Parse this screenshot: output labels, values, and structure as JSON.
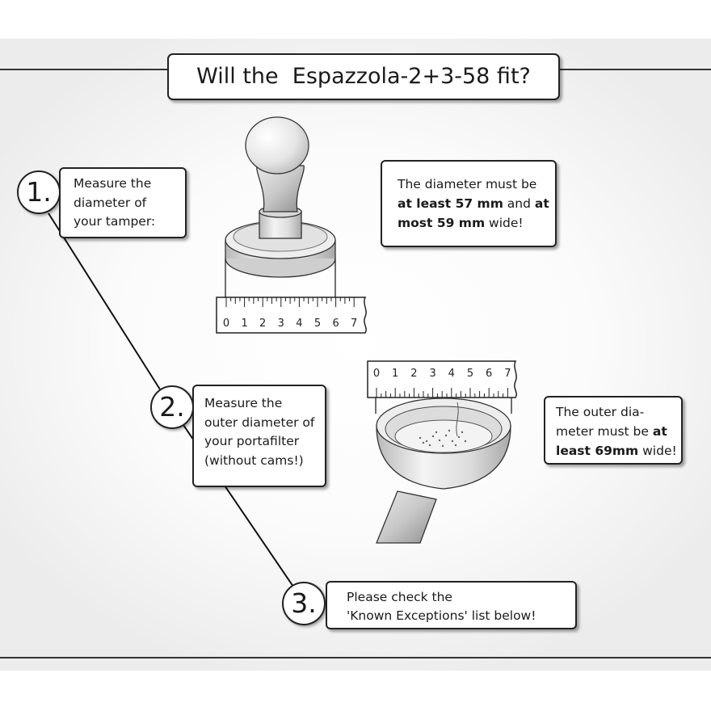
{
  "title": "Will the  Espazzola-2+3-58 fit?",
  "steps": [
    {
      "number": "1.",
      "instruction": [
        "Measure the",
        "diameter of",
        "your tamper:"
      ]
    },
    {
      "number": "2.",
      "instruction": [
        "Measure the",
        "outer diameter of",
        "your portafilter",
        "(without cams!)"
      ]
    },
    {
      "number": "3.",
      "instruction": [
        "Please check the",
        "'Known Exceptions' list below!"
      ]
    }
  ],
  "requirements": {
    "tamper": {
      "line1": "The diameter must be",
      "line2_bold_a": "at least 57 mm",
      "line2_mid": " and ",
      "line2_bold_b": "at",
      "line3_bold": "most 59 mm",
      "line3_rest": " wide!"
    },
    "portafilter": {
      "line1": "The outer dia-",
      "line2_text": "meter must be ",
      "line2_bold": "at",
      "line3_bold": "least 69mm",
      "line3_rest": " wide!"
    }
  },
  "ruler_ticks": [
    "0",
    "1",
    "2",
    "3",
    "4",
    "5",
    "6",
    "7"
  ],
  "colors": {
    "outline": "#222222",
    "box_bg": "#ffffff",
    "panel_edge": "#ececec"
  }
}
